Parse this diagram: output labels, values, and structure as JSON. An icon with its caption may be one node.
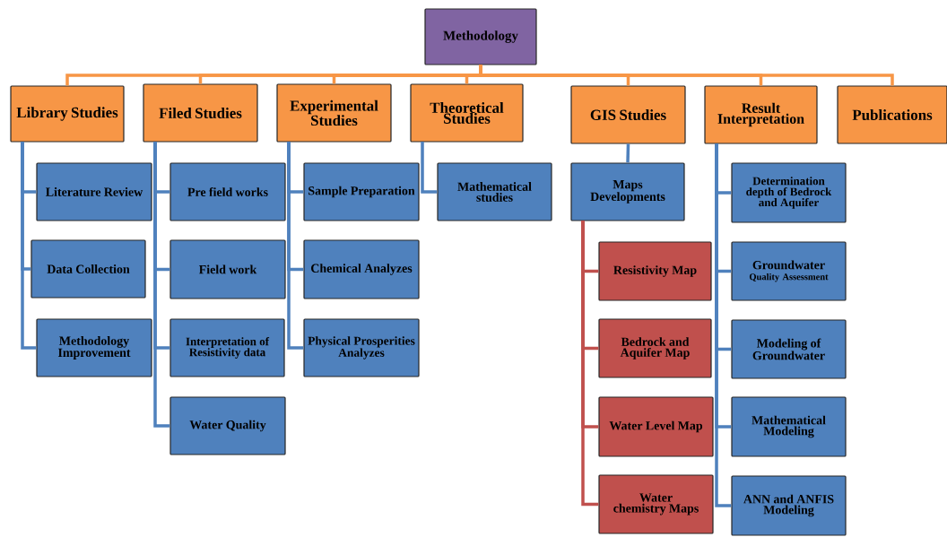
{
  "diagram": {
    "nodes": [
      {
        "text": [
          "Methodology"
        ]
      },
      {
        "text": [
          "Library Studies"
        ]
      },
      {
        "text": [
          "Filed Studies"
        ]
      },
      {
        "text": [
          "Experimental Studies"
        ]
      },
      {
        "text": [
          "Theoretical Studies"
        ]
      },
      {
        "text": [
          "GIS Studies"
        ]
      },
      {
        "text": [
          "Result Interpretation"
        ]
      },
      {
        "text": [
          "Publications"
        ]
      },
      {
        "text": [
          "Literature Review"
        ]
      },
      {
        "text": [
          "Data Collection"
        ]
      },
      {
        "text": [
          "Methodology Improvement"
        ]
      },
      {
        "text": [
          "Pre field works"
        ]
      },
      {
        "text": [
          "Field work"
        ]
      },
      {
        "text": [
          "Interpretation of Resistivity data"
        ]
      },
      {
        "text": [
          "Water Quality"
        ]
      },
      {
        "text": [
          "Sample Preparation"
        ]
      },
      {
        "text": [
          "Chemical Analyzes"
        ]
      },
      {
        "text": [
          "Physical Prosperities Analyzes"
        ]
      },
      {
        "text": [
          "Mathematical studies"
        ]
      },
      {
        "text": [
          "Maps Developments"
        ]
      },
      {
        "text": [
          "Resistivity Map"
        ]
      },
      {
        "text": [
          "Bedrock and Aquifer Map"
        ]
      },
      {
        "text": [
          "Water Level Map"
        ]
      },
      {
        "text": [
          "Water chemistry Maps"
        ]
      },
      {
        "text": [
          "Determination depth of Bedrock and Aquifer"
        ]
      },
      {
        "text": [
          "Groundwater",
          "Quality Assessment"
        ]
      },
      {
        "text": [
          "Modeling of Groundwater"
        ]
      },
      {
        "text": [
          "Mathematical Modeling"
        ]
      },
      {
        "text": [
          "ANN and ANFIS Modeling"
        ]
      }
    ],
    "edges": [
      {
        "from": 0,
        "to": 1,
        "arrow": "none",
        "color": "#f79646"
      },
      {
        "from": 0,
        "to": 2,
        "arrow": "none",
        "color": "#f79646"
      },
      {
        "from": 0,
        "to": 3,
        "arrow": "none",
        "color": "#f79646"
      },
      {
        "from": 0,
        "to": 4,
        "arrow": "none",
        "color": "#f79646"
      },
      {
        "from": 0,
        "to": 5,
        "arrow": "none",
        "color": "#f79646"
      },
      {
        "from": 0,
        "to": 6,
        "arrow": "none",
        "color": "#f79646"
      },
      {
        "from": 0,
        "to": 7,
        "arrow": "none",
        "color": "#f79646"
      },
      {
        "from": 1,
        "to": 8,
        "arrow": "none"
      },
      {
        "from": 1,
        "to": 9,
        "arrow": "none"
      },
      {
        "from": 1,
        "to": 10,
        "arrow": "none"
      },
      {
        "from": 2,
        "to": 11,
        "arrow": "none"
      },
      {
        "from": 2,
        "to": 12,
        "arrow": "none"
      },
      {
        "from": 2,
        "to": 13,
        "arrow": "none"
      },
      {
        "from": 2,
        "to": 14,
        "arrow": "none"
      },
      {
        "from": 3,
        "to": 15,
        "arrow": "none"
      },
      {
        "from": 3,
        "to": 16,
        "arrow": "none"
      },
      {
        "from": 3,
        "to": 17,
        "arrow": "none"
      },
      {
        "from": 4,
        "to": 18,
        "arrow": "none"
      },
      {
        "from": 5,
        "to": 19,
        "arrow": "none"
      },
      {
        "from": 19,
        "to": 20,
        "arrow": "none",
        "color": "#c0504d"
      },
      {
        "from": 19,
        "to": 21,
        "arrow": "none",
        "color": "#c0504d"
      },
      {
        "from": 19,
        "to": 22,
        "arrow": "none",
        "color": "#c0504d"
      },
      {
        "from": 19,
        "to": 23,
        "arrow": "none",
        "color": "#c0504d"
      },
      {
        "from": 6,
        "to": 24,
        "arrow": "none"
      },
      {
        "from": 6,
        "to": 25,
        "arrow": "none"
      },
      {
        "from": 6,
        "to": 26,
        "arrow": "none"
      },
      {
        "from": 6,
        "to": 27,
        "arrow": "none"
      },
      {
        "from": 6,
        "to": 28,
        "arrow": "none"
      }
    ]
  }
}
